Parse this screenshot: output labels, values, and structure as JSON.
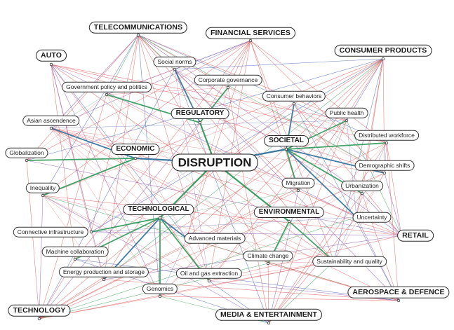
{
  "diagram": {
    "center": {
      "id": "disruption",
      "label": "DISRUPTION"
    },
    "categories": [
      {
        "id": "regulatory",
        "label": "REGULATORY"
      },
      {
        "id": "economic",
        "label": "ECONOMIC"
      },
      {
        "id": "societal",
        "label": "SOCIETAL"
      },
      {
        "id": "technological",
        "label": "TECHNOLOGICAL"
      },
      {
        "id": "environmental",
        "label": "ENVIRONMENTAL"
      }
    ],
    "sectors": [
      {
        "id": "telecom",
        "label": "TELECOMMUNICATIONS"
      },
      {
        "id": "financial",
        "label": "FINANCIAL SERVICES"
      },
      {
        "id": "auto",
        "label": "AUTO"
      },
      {
        "id": "consumer",
        "label": "CONSUMER PRODUCTS"
      },
      {
        "id": "retail",
        "label": "RETAIL"
      },
      {
        "id": "aerospace",
        "label": "AEROSPACE & DEFENCE"
      },
      {
        "id": "technology",
        "label": "TECHNOLOGY"
      },
      {
        "id": "media",
        "label": "MEDIA & ENTERTAINMENT"
      }
    ],
    "topics": [
      {
        "id": "social_norms",
        "label": "Social norms",
        "category": "regulatory"
      },
      {
        "id": "corp_gov",
        "label": "Corporate governance",
        "category": "regulatory"
      },
      {
        "id": "gov_policy",
        "label": "Government policy and politics",
        "category": "regulatory"
      },
      {
        "id": "asian",
        "label": "Asian ascendence",
        "category": "economic"
      },
      {
        "id": "globalization",
        "label": "Globalization",
        "category": "economic"
      },
      {
        "id": "inequality",
        "label": "Inequality",
        "category": "economic"
      },
      {
        "id": "consumer_beh",
        "label": "Consumer behaviors",
        "category": "societal"
      },
      {
        "id": "public_health",
        "label": "Public health",
        "category": "societal"
      },
      {
        "id": "distributed",
        "label": "Distributed workforce",
        "category": "societal"
      },
      {
        "id": "demographic",
        "label": "Demographic shifts",
        "category": "societal"
      },
      {
        "id": "migration",
        "label": "Migration",
        "category": "societal"
      },
      {
        "id": "urbanization",
        "label": "Urbanization",
        "category": "societal"
      },
      {
        "id": "uncertainty",
        "label": "Uncertainty",
        "category": "societal"
      },
      {
        "id": "connective",
        "label": "Connective infrastructure",
        "category": "technological"
      },
      {
        "id": "machine",
        "label": "Machine collaboration",
        "category": "technological"
      },
      {
        "id": "energy",
        "label": "Energy production and storage",
        "category": "technological"
      },
      {
        "id": "genomics",
        "label": "Genomics",
        "category": "technological"
      },
      {
        "id": "oil_gas",
        "label": "Oil and gas extraction",
        "category": "technological"
      },
      {
        "id": "adv_mat",
        "label": "Advanced materials",
        "category": "technological"
      },
      {
        "id": "climate",
        "label": "Climate change",
        "category": "environmental"
      },
      {
        "id": "sustain",
        "label": "Sustainability and quality",
        "category": "environmental"
      }
    ],
    "colors": {
      "edge_red": "#e05a5a",
      "edge_green": "#3aa35a",
      "edge_blue": "#4a64b8",
      "edge_purple": "#8a56b0",
      "hub_blue": "#2f6f9a",
      "hub_green": "#2f9a5a",
      "node_outline": "#2a2a2a"
    }
  }
}
